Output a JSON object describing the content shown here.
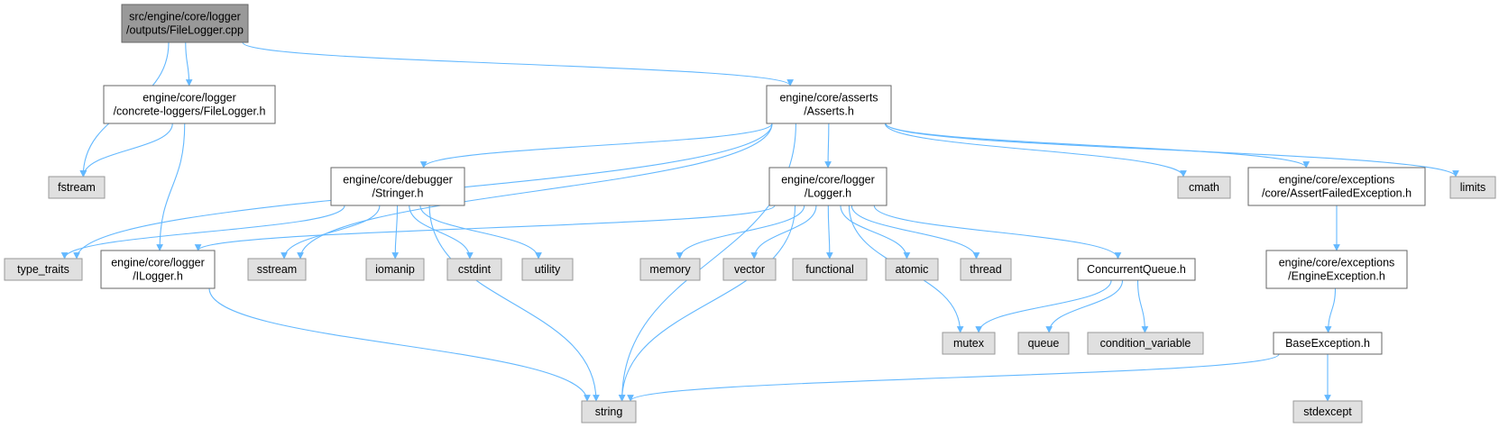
{
  "title": "",
  "colors": {
    "edge": "#63b8ff",
    "root_fill": "#999999",
    "root_stroke": "#666666",
    "header_fill": "#ffffff",
    "header_stroke": "#666666",
    "system_fill": "#e0e0e0",
    "system_stroke": "#999999"
  },
  "nodes": [
    {
      "id": "root",
      "kind": "root",
      "lines": [
        "src/engine/core/logger",
        "/outputs/FileLogger.cpp"
      ]
    },
    {
      "id": "filelogger_h",
      "kind": "header",
      "lines": [
        "engine/core/logger",
        "/concrete-loggers/FileLogger.h"
      ]
    },
    {
      "id": "asserts_h",
      "kind": "header",
      "lines": [
        "engine/core/asserts",
        "/Asserts.h"
      ]
    },
    {
      "id": "fstream",
      "kind": "system",
      "lines": [
        "fstream"
      ]
    },
    {
      "id": "stringer_h",
      "kind": "header",
      "lines": [
        "engine/core/debugger",
        "/Stringer.h"
      ]
    },
    {
      "id": "logger_h",
      "kind": "header",
      "lines": [
        "engine/core/logger",
        "/Logger.h"
      ]
    },
    {
      "id": "cmath",
      "kind": "system",
      "lines": [
        "cmath"
      ]
    },
    {
      "id": "assertfailed_h",
      "kind": "header",
      "lines": [
        "engine/core/exceptions",
        "/core/AssertFailedException.h"
      ]
    },
    {
      "id": "limits",
      "kind": "system",
      "lines": [
        "limits"
      ]
    },
    {
      "id": "type_traits",
      "kind": "system",
      "lines": [
        "type_traits"
      ]
    },
    {
      "id": "ilogger_h",
      "kind": "header",
      "lines": [
        "engine/core/logger",
        "/ILogger.h"
      ]
    },
    {
      "id": "sstream",
      "kind": "system",
      "lines": [
        "sstream"
      ]
    },
    {
      "id": "iomanip",
      "kind": "system",
      "lines": [
        "iomanip"
      ]
    },
    {
      "id": "cstdint",
      "kind": "system",
      "lines": [
        "cstdint"
      ]
    },
    {
      "id": "utility",
      "kind": "system",
      "lines": [
        "utility"
      ]
    },
    {
      "id": "memory",
      "kind": "system",
      "lines": [
        "memory"
      ]
    },
    {
      "id": "vector",
      "kind": "system",
      "lines": [
        "vector"
      ]
    },
    {
      "id": "functional",
      "kind": "system",
      "lines": [
        "functional"
      ]
    },
    {
      "id": "atomic",
      "kind": "system",
      "lines": [
        "atomic"
      ]
    },
    {
      "id": "thread",
      "kind": "system",
      "lines": [
        "thread"
      ]
    },
    {
      "id": "concurrentqueue_h",
      "kind": "header",
      "lines": [
        "ConcurrentQueue.h"
      ]
    },
    {
      "id": "engineexception_h",
      "kind": "header",
      "lines": [
        "engine/core/exceptions",
        "/EngineException.h"
      ]
    },
    {
      "id": "mutex",
      "kind": "system",
      "lines": [
        "mutex"
      ]
    },
    {
      "id": "queue",
      "kind": "system",
      "lines": [
        "queue"
      ]
    },
    {
      "id": "condition_variable",
      "kind": "system",
      "lines": [
        "condition_variable"
      ]
    },
    {
      "id": "baseexception_h",
      "kind": "header",
      "lines": [
        "BaseException.h"
      ]
    },
    {
      "id": "string",
      "kind": "system",
      "lines": [
        "string"
      ]
    },
    {
      "id": "stdexcept",
      "kind": "system",
      "lines": [
        "stdexcept"
      ]
    }
  ],
  "edges": [
    [
      "root",
      "filelogger_h"
    ],
    [
      "root",
      "asserts_h"
    ],
    [
      "root",
      "fstream"
    ],
    [
      "filelogger_h",
      "fstream"
    ],
    [
      "filelogger_h",
      "ilogger_h"
    ],
    [
      "asserts_h",
      "stringer_h"
    ],
    [
      "asserts_h",
      "logger_h"
    ],
    [
      "asserts_h",
      "cmath"
    ],
    [
      "asserts_h",
      "assertfailed_h"
    ],
    [
      "asserts_h",
      "limits"
    ],
    [
      "asserts_h",
      "type_traits"
    ],
    [
      "asserts_h",
      "sstream"
    ],
    [
      "asserts_h",
      "string"
    ],
    [
      "stringer_h",
      "type_traits"
    ],
    [
      "stringer_h",
      "sstream"
    ],
    [
      "stringer_h",
      "iomanip"
    ],
    [
      "stringer_h",
      "cstdint"
    ],
    [
      "stringer_h",
      "utility"
    ],
    [
      "stringer_h",
      "string"
    ],
    [
      "logger_h",
      "ilogger_h"
    ],
    [
      "logger_h",
      "string"
    ],
    [
      "logger_h",
      "memory"
    ],
    [
      "logger_h",
      "vector"
    ],
    [
      "logger_h",
      "functional"
    ],
    [
      "logger_h",
      "atomic"
    ],
    [
      "logger_h",
      "thread"
    ],
    [
      "logger_h",
      "concurrentqueue_h"
    ],
    [
      "logger_h",
      "mutex"
    ],
    [
      "ilogger_h",
      "string"
    ],
    [
      "concurrentqueue_h",
      "mutex"
    ],
    [
      "concurrentqueue_h",
      "queue"
    ],
    [
      "concurrentqueue_h",
      "condition_variable"
    ],
    [
      "assertfailed_h",
      "engineexception_h"
    ],
    [
      "engineexception_h",
      "baseexception_h"
    ],
    [
      "baseexception_h",
      "string"
    ],
    [
      "baseexception_h",
      "stdexcept"
    ]
  ]
}
